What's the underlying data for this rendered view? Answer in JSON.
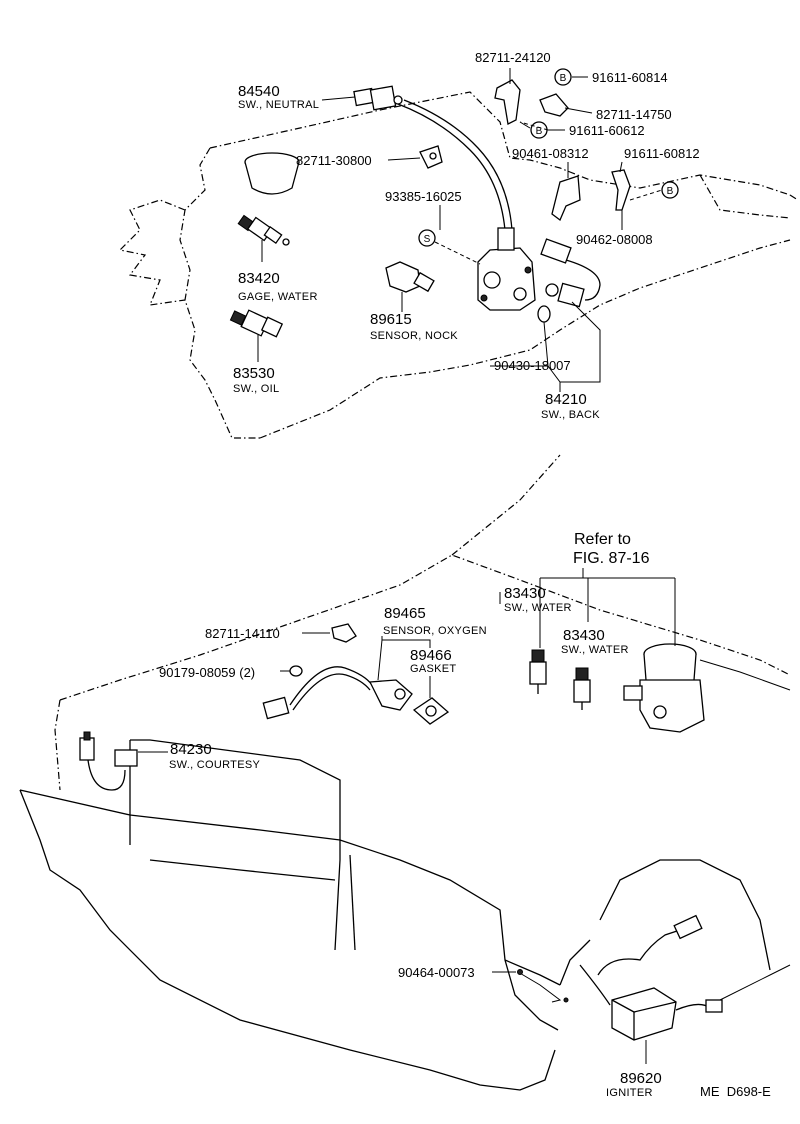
{
  "diagram": {
    "code": "ME  D698-E",
    "refer_to": {
      "line1": "Refer to",
      "line2": "FIG. 87-16"
    },
    "labels": {
      "p84540": {
        "number": "84540",
        "desc": "SW., NEUTRAL"
      },
      "p82711_24120": "82711-24120",
      "p91611_60814": "91611-60814",
      "p82711_14750": "82711-14750",
      "p91611_60612": "91611-60612",
      "p82711_30800": "82711-30800",
      "p90461_08312": "90461-08312",
      "p91611_60812": "91611-60812",
      "p93385_16025": "93385-16025",
      "p90462_08008": "90462-08008",
      "p83420": {
        "number": "83420",
        "desc": "GAGE, WATER"
      },
      "p89615": {
        "number": "89615",
        "desc": "SENSOR, NOCK"
      },
      "p83530": {
        "number": "83530",
        "desc": "SW., OIL"
      },
      "p90430_18007": "90430-18007",
      "p84210": {
        "number": "84210",
        "desc": "SW., BACK"
      },
      "p83430_a": {
        "number": "83430",
        "desc": "SW., WATER"
      },
      "p83430_b": {
        "number": "83430",
        "desc": "SW., WATER"
      },
      "p89465": {
        "number": "89465",
        "desc": "SENSOR, OXYGEN"
      },
      "p89466": {
        "number": "89466",
        "desc": "GASKET"
      },
      "p82711_14110": "82711-14110",
      "p90179_08059": "90179-08059 (2)",
      "p84230": {
        "number": "84230",
        "desc": "SW., COURTESY"
      },
      "p90464_00073": "90464-00073",
      "p89620": {
        "number": "89620",
        "desc": "IGNITER"
      }
    },
    "markers": {
      "bolt": "B",
      "stud": "S"
    }
  }
}
